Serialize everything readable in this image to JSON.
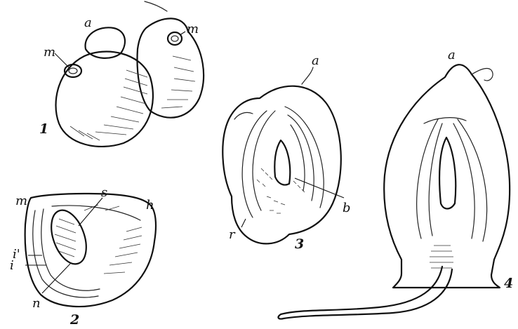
{
  "figures": [
    {
      "number": "1",
      "labels": {
        "a": "a",
        "m_left": "m",
        "m_right": "m"
      }
    },
    {
      "number": "2",
      "labels": {
        "m": "m",
        "s": "s",
        "h": "h",
        "i_prime": "i'",
        "i": "i",
        "n": "n"
      }
    },
    {
      "number": "3",
      "labels": {
        "a": "a",
        "b": "b",
        "r": "r"
      }
    },
    {
      "number": "4",
      "labels": {
        "a": "a"
      }
    }
  ],
  "palette": {
    "ink": "#111111",
    "paper": "#ffffff"
  }
}
